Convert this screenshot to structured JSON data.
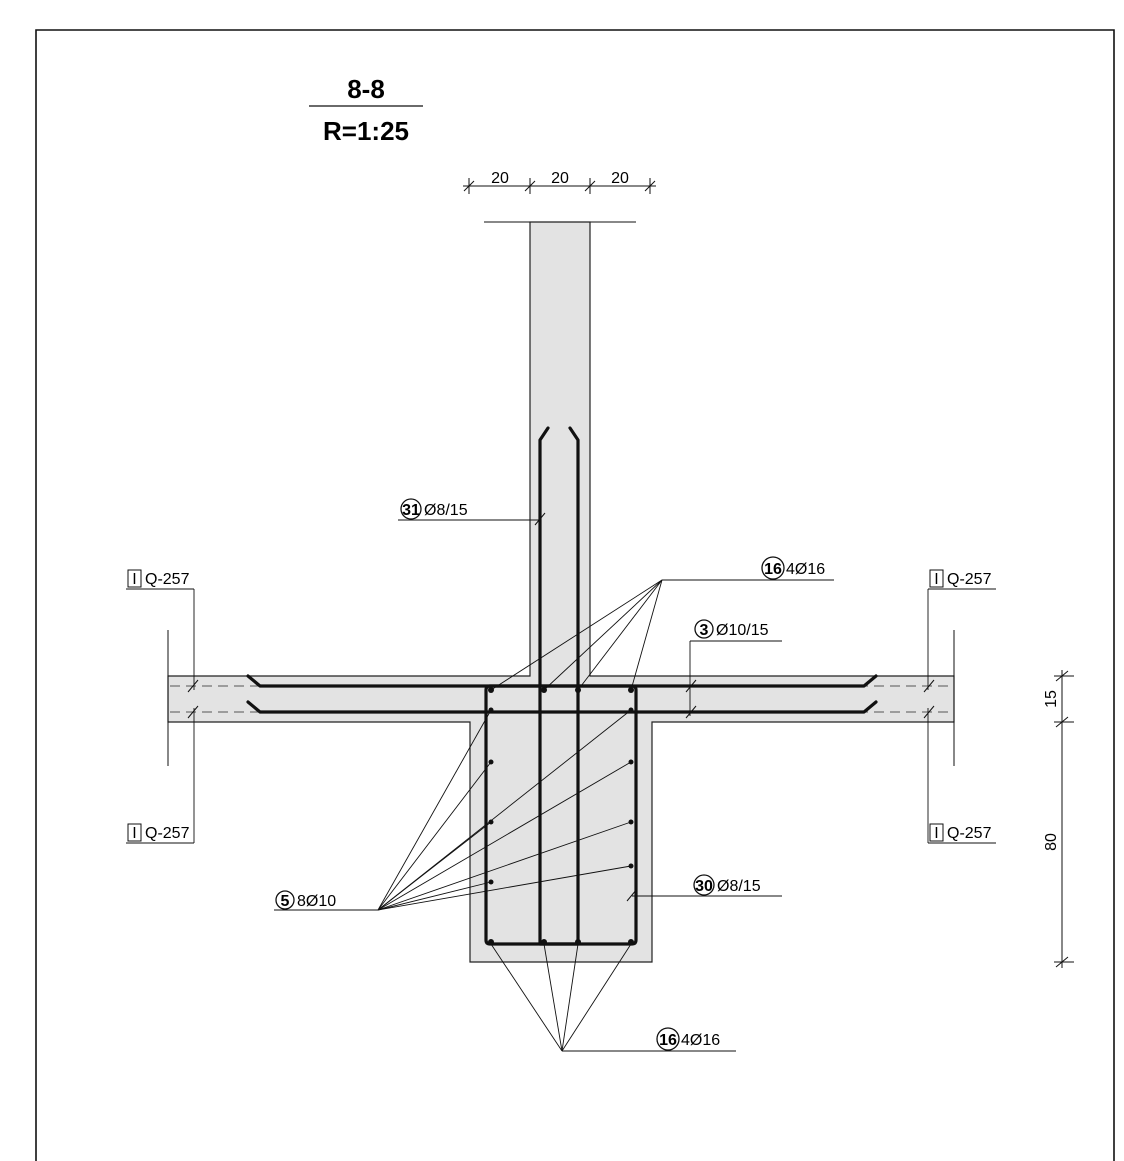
{
  "section_title": "8-8",
  "scale": "R=1:25",
  "dimensions": {
    "top": [
      "20",
      "20",
      "20"
    ],
    "right": [
      "15",
      "80"
    ]
  },
  "mesh_labels": {
    "left_top": {
      "box": "I",
      "code": "Q-257"
    },
    "left_bottom": {
      "box": "I",
      "code": "Q-257"
    },
    "right_top": {
      "box": "I",
      "code": "Q-257"
    },
    "right_bottom": {
      "box": "I",
      "code": "Q-257"
    }
  },
  "rebar_labels": {
    "wall_stirrup": {
      "mark": "31",
      "spec": "Ø8/15"
    },
    "top_bars": {
      "mark": "16",
      "spec": "4Ø16"
    },
    "slab_bars": {
      "mark": "3",
      "spec": "Ø10/15"
    },
    "side_bars": {
      "mark": "5",
      "spec": "8Ø10"
    },
    "beam_stirrup": {
      "mark": "30",
      "spec": "Ø8/15"
    },
    "bottom_bars": {
      "mark": "16",
      "spec": "4Ø16"
    }
  }
}
